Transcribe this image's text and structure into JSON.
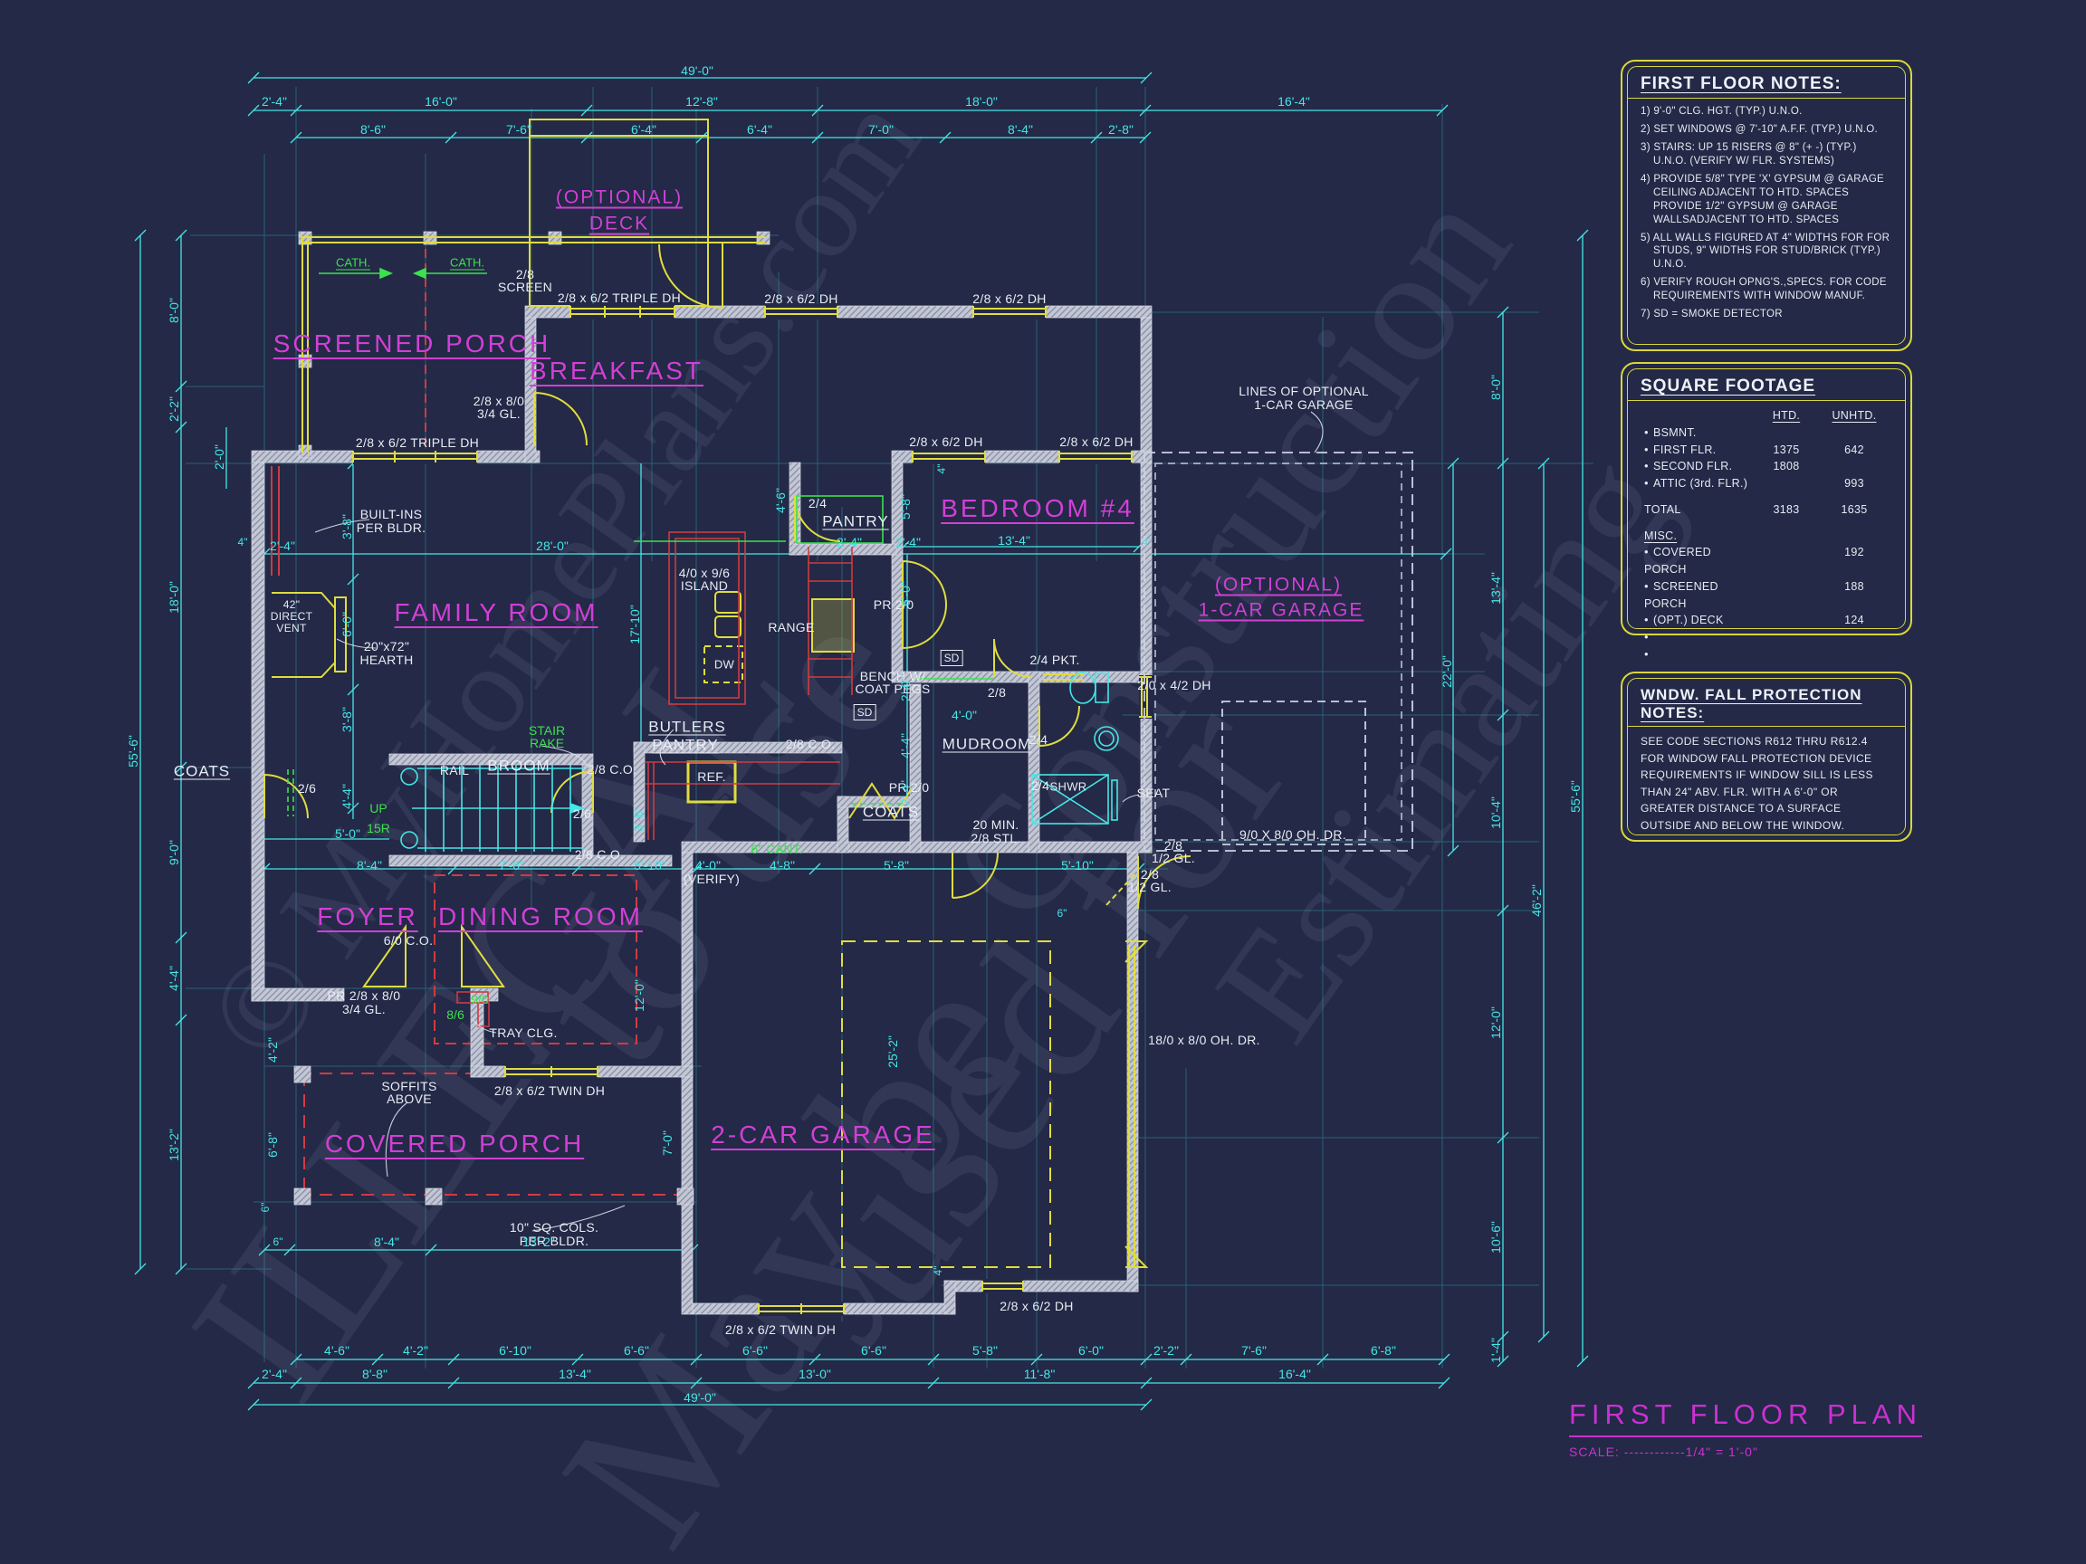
{
  "title_block": {
    "title": "FIRST FLOOR PLAN",
    "scale_label": "SCALE:",
    "scale_value": "------------1/4\" = 1'-0\""
  },
  "notes_box": {
    "heading": "FIRST FLOOR NOTES:",
    "items": [
      "1) 9'-0\"  CLG. HGT. (TYP.) U.N.O.",
      "2) SET WINDOWS @ 7'-10\" A.F.F. (TYP.) U.N.O.",
      "3) STAIRS: UP 15 RISERS @ 8\" (+ -)  (TYP.) U.N.O. (VERIFY W/ FLR. SYSTEMS)",
      "4) PROVIDE 5/8\" TYPE 'X' GYPSUM @ GARAGE CEILING ADJACENT TO HTD. SPACES PROVIDE 1/2\" GYPSUM @ GARAGE WALLSADJACENT TO HTD. SPACES",
      "5) ALL WALLS FIGURED AT 4\" WIDTHS FOR FOR STUDS, 9\" WIDTHS FOR STUD/BRICK (TYP.) U.N.O.",
      "6) VERIFY ROUGH OPNG'S.,SPECS. FOR CODE REQUIREMENTS WITH WINDOW MANUF.",
      "7) SD = SMOKE DETECTOR"
    ]
  },
  "square_footage": {
    "heading": "SQUARE FOOTAGE",
    "bullet": "•",
    "col_htd": "HTD.",
    "col_unhtd": "UNHTD.",
    "rows": [
      {
        "label": "BSMNT.",
        "htd": "",
        "unhtd": ""
      },
      {
        "label": "FIRST FLR.",
        "htd": "1375",
        "unhtd": "642"
      },
      {
        "label": "SECOND FLR.",
        "htd": "1808",
        "unhtd": ""
      },
      {
        "label": "ATTIC (3rd. FLR.)",
        "htd": "",
        "unhtd": "993"
      }
    ],
    "total_label": "TOTAL",
    "total_htd": "3183",
    "total_unhtd": "1635",
    "misc_heading": "MISC.",
    "misc_rows": [
      {
        "label": "COVERED PORCH",
        "value": "192"
      },
      {
        "label": "SCREENED PORCH",
        "value": "188"
      },
      {
        "label": "(OPT.) DECK",
        "value": "124"
      }
    ]
  },
  "fall_notes": {
    "heading": "WNDW. FALL PROTECTION NOTES:",
    "body": "SEE CODE SECTIONS R612 THRU R612.4 FOR WINDOW FALL PROTECTION DEVICE REQUIREMENTS IF WINDOW SILL IS LESS THAN 24\" ABV. FLR. WITH A 6'-0\" OR GREATER DISTANCE TO A SURFACE OUTSIDE AND BELOW THE WINDOW."
  },
  "rooms": {
    "screened_porch": "SCREENED PORCH",
    "optional": "(OPTIONAL)",
    "deck": "DECK",
    "breakfast": "BREAKFAST",
    "family_room": "FAMILY ROOM",
    "bedroom4": "BEDROOM #4",
    "one_car_garage": "1-CAR GARAGE",
    "foyer": "FOYER",
    "dining_room": "DINING ROOM",
    "two_car_garage": "2-CAR GARAGE",
    "covered_porch": "COVERED PORCH",
    "butlers": "BUTLERS",
    "butlers_pantry": "PANTRY",
    "pantry": "PANTRY",
    "mudroom": "MUDROOM",
    "coats": "COATS",
    "broom": "BROOM",
    "shower": "SHWR"
  },
  "ann": {
    "built_ins1": "BUILT-INS",
    "built_ins2": "PER BLDR.",
    "vent1": "42\"",
    "vent2": "DIRECT",
    "vent3": "VENT",
    "hearth1": "20\"x72\"",
    "hearth2": "HEARTH",
    "rail": "RAIL",
    "cath": "CATH.",
    "screen1": "2/8",
    "screen2": "SCREEN",
    "triple_dh": "2/8 x 6/2 TRIPLE DH",
    "dr3480_1": "2/8 x 8/0",
    "dr3480_2": "3/4 GL.",
    "dh2862": "2/8 x 6/2 DH",
    "twin_dh": "2/8 x 6/2 TWIN DH",
    "island1": "4/0 x 9/6",
    "island2": "ISLAND",
    "dw": "DW",
    "range": "RANGE",
    "ref": "REF.",
    "pr20": "PR 2/0",
    "sd": "SD",
    "bench1": "BENCH W/",
    "bench2": "COAT PEGS",
    "co28": "2/8 C.O.",
    "co60": "6/0 C.O.",
    "d26": "2/6",
    "d24": "2/4",
    "d28": "2/8",
    "pkt": "2/4 PKT.",
    "up": "UP",
    "risers": "15R",
    "rake1": "STAIR",
    "rake2": "RAKE",
    "cant": "6\" CANT.",
    "min1": "20 MIN.",
    "min2": "2/8 STL.",
    "seat": "SEAT",
    "gl1": "2/8",
    "gl2": "1/2 GL.",
    "ohdr9": "9/0 X 8/0 OH. DR.",
    "ohdr18": "18/0 x 8/0 OH. DR.",
    "dh2042": "2/0 x 4/2 DH",
    "optlines1": "LINES OF OPTIONAL",
    "optlines2": "1-CAR GARAGE",
    "tray": "TRAY CLG.",
    "g90": "9/0",
    "g86": "8/6",
    "front1": "PR 2/8 x 8/0",
    "front2": "3/4 GL.",
    "soffits1": "SOFFITS",
    "soffits2": "ABOVE",
    "cols1": "10\" SQ. COLS.",
    "cols2": "PER BLDR.",
    "verify": "(VERIFY)"
  },
  "dims": {
    "top1": [
      "49'-0\""
    ],
    "top2": [
      "2'-4\"",
      "16'-0\"",
      "12'-8\"",
      "18'-0\"",
      "16'-4\""
    ],
    "top3": [
      "8'-6\"",
      "7'-6\"",
      "6'-4\"",
      "6'-4\"",
      "7'-0\"",
      "8'-4\"",
      "2'-8\""
    ],
    "bottom1": [
      "4'-6\"",
      "4'-2\"",
      "6'-10\"",
      "6'-6\"",
      "6'-6\"",
      "6'-6\"",
      "5'-8\"",
      "6'-0\"",
      "2'-2\"",
      "7'-6\"",
      "6'-8\""
    ],
    "bottom2": [
      "2'-4\"",
      "8'-8\"",
      "13'-4\"",
      "13'-0\"",
      "11'-8\"",
      "16'-4\""
    ],
    "bottom3": [
      "49'-0\""
    ],
    "left": [
      "8'-0\"",
      "2'-0\"",
      "2'-2\"",
      "18'-0\"",
      "9'-0\"",
      "4'-4\"",
      "13'-2\"",
      "55'-6\""
    ],
    "right": [
      "8'-0\"",
      "13'-4\"",
      "10'-4\"",
      "12'-0\"",
      "10'-6\"",
      "1'-4\"",
      "46'-2\"",
      "55'-6\"",
      "22'-0\""
    ],
    "i": {
      "d280": "28'-0\"",
      "d1710": "17'-10\"",
      "d38": "3'-8\"",
      "d60": "6'-0\"",
      "d44": "4'-4\"",
      "d24": "2'-4\"",
      "d4": "4\"",
      "d50": "5'-0\"",
      "d76": "7'-6\"",
      "d510": "5'-10\"",
      "d40": "4'-0\"",
      "d48": "4'-8\"",
      "d58": "5'-8\"",
      "d134": "13'-4\"",
      "d46": "4'-6\"",
      "d20": "2'-0\"",
      "d252": "25'-2\"",
      "d120": "12'-0\"",
      "d70": "7'-0\"",
      "d42": "4'-2\"",
      "d68": "6'-8\"",
      "d6": "6\"",
      "d84": "8'-4\"",
      "d132": "13'-2\""
    }
  },
  "watermark": [
    "© MyHomePlans.com",
    "ILLEGAL",
    "to use",
    "May be",
    "used for",
    "Construction",
    "Estimating"
  ]
}
